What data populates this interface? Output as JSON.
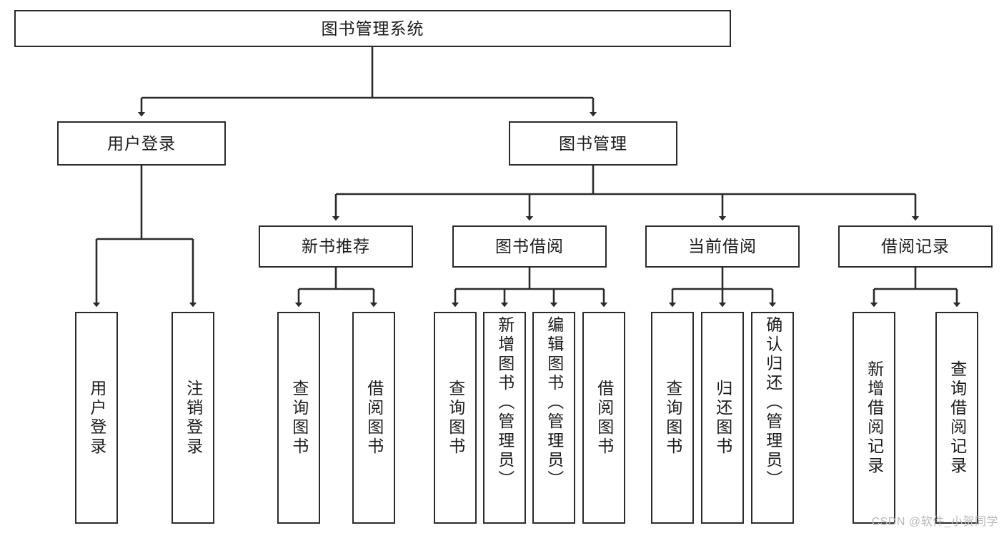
{
  "diagram": {
    "title": "图书管理系统",
    "type": "tree-hierarchy-chart",
    "watermark": "CSDN @软件_小贺同学",
    "colors": {
      "stroke": "#2b2b2b",
      "fill": "#ffffff",
      "text": "#1c1c1c",
      "watermark": "#b9b9b9"
    },
    "root": {
      "label": "图书管理系统"
    },
    "level2": [
      {
        "label": "用户登录"
      },
      {
        "label": "图书管理"
      }
    ],
    "level3": [
      {
        "label": "新书推荐"
      },
      {
        "label": "图书借阅"
      },
      {
        "label": "当前借阅"
      },
      {
        "label": "借阅记录"
      }
    ],
    "leaves": {
      "user_login": [
        {
          "label": "用户登录"
        },
        {
          "label": "注销登录"
        }
      ],
      "new_book_recommend": [
        {
          "label": "查询图书"
        },
        {
          "label": "借阅图书"
        }
      ],
      "book_borrow": [
        {
          "label": "查询图书"
        },
        {
          "label": "新增图书（管理员）"
        },
        {
          "label": "编辑图书（管理员）"
        },
        {
          "label": "借阅图书"
        }
      ],
      "current_borrow": [
        {
          "label": "查询图书"
        },
        {
          "label": "归还图书"
        },
        {
          "label": "确认归还（管理员）"
        }
      ],
      "borrow_record": [
        {
          "label": "新增借阅记录"
        },
        {
          "label": "查询借阅记录"
        }
      ]
    }
  }
}
